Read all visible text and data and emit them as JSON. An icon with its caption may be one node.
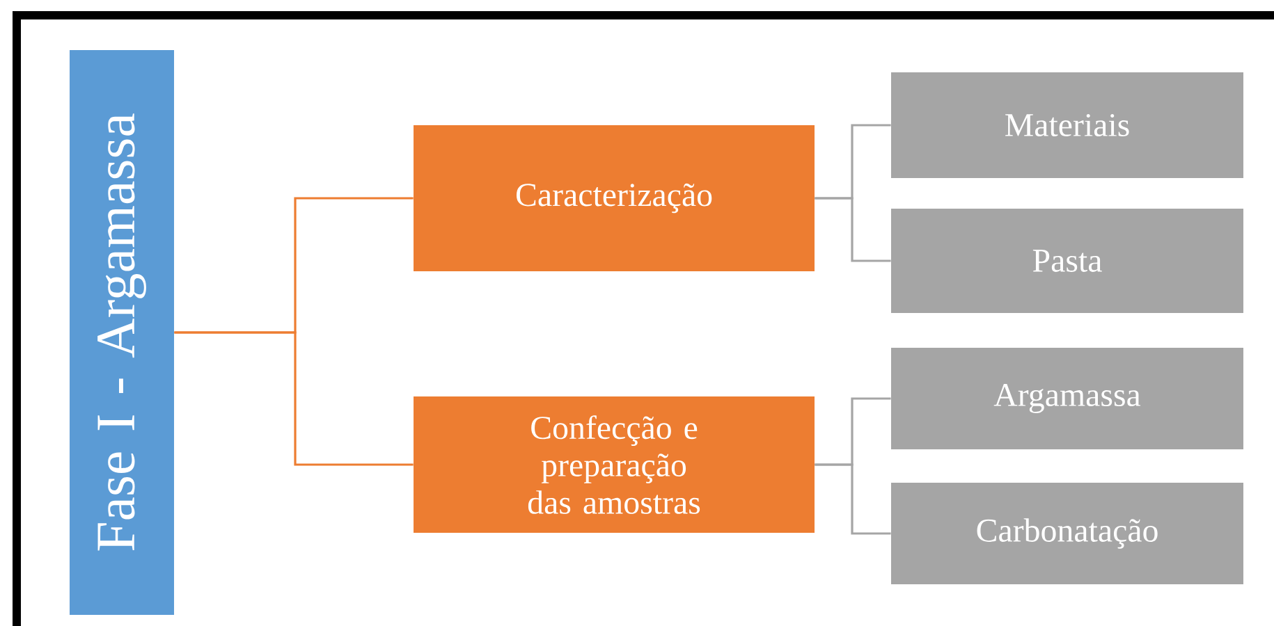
{
  "diagram": {
    "nodes": [
      {
        "text": [
          "Fase I - Argamassa"
        ]
      },
      {
        "text": [
          "Caracterização"
        ]
      },
      {
        "text": [
          "Confecção e preparação das amostras"
        ]
      },
      {
        "text": [
          "Materiais"
        ]
      },
      {
        "text": [
          "Pasta"
        ]
      },
      {
        "text": [
          "Argamassa"
        ]
      },
      {
        "text": [
          "Carbonatação"
        ]
      }
    ],
    "edges": [
      {
        "from": 0,
        "to": 1,
        "arrow": "none",
        "color": "#ed7d31"
      },
      {
        "from": 0,
        "to": 2,
        "arrow": "none",
        "color": "#ed7d31"
      },
      {
        "from": 1,
        "to": 3,
        "arrow": "none",
        "color": "#a5a5a5"
      },
      {
        "from": 1,
        "to": 4,
        "arrow": "none",
        "color": "#a5a5a5"
      },
      {
        "from": 2,
        "to": 5,
        "arrow": "none",
        "color": "#a5a5a5"
      },
      {
        "from": 2,
        "to": 6,
        "arrow": "none",
        "color": "#a5a5a5"
      }
    ]
  }
}
